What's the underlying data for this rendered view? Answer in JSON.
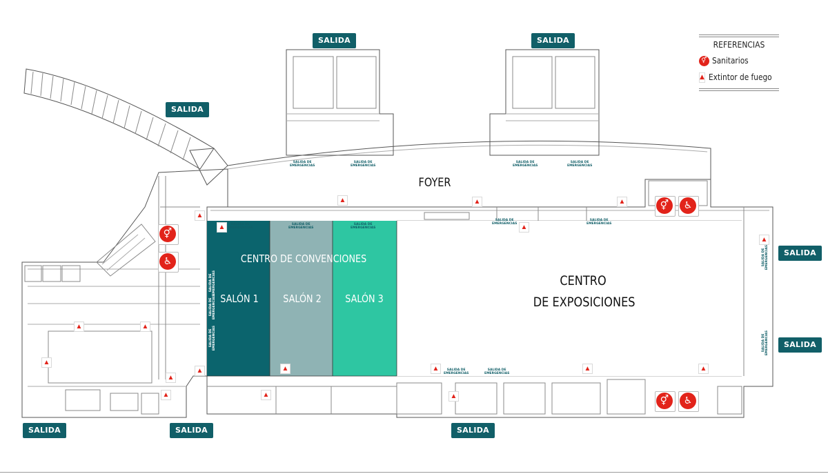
{
  "legend": {
    "title": "REFERENCIAS",
    "items": [
      {
        "label": "Sanitarios",
        "icon": "restroom-icon"
      },
      {
        "label": "Extintor de fuego",
        "icon": "fire-extinguisher-icon"
      }
    ]
  },
  "areas": {
    "foyer": "FOYER",
    "convention_center": "CENTRO DE CONVENCIONES",
    "expo_center_line1": "CENTRO",
    "expo_center_line2": "DE EXPOSICIONES",
    "hall1": "SALÓN 1",
    "hall2": "SALÓN 2",
    "hall3": "SALÓN 3"
  },
  "exits": {
    "label": "SALIDA",
    "emergency_line1": "SALIDA DE",
    "emergency_line2": "EMERGENCIAS"
  },
  "colors": {
    "exit_badge": "#115f68",
    "hall1": "#0b646d",
    "hall2": "#8fb3b4",
    "hall3": "#2ec6a2",
    "restroom_icon": "#e2231a",
    "extinguisher": "#e2231a"
  }
}
